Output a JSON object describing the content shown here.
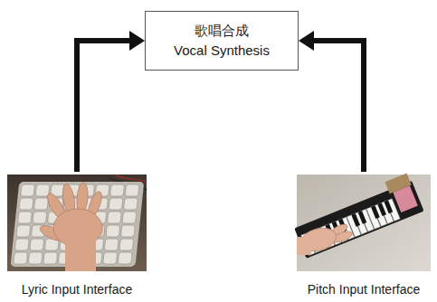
{
  "diagram": {
    "nodes": [
      {
        "text": [
          "歌唱合成",
          "Vocal Synthesis"
        ]
      },
      {
        "text": [
          "Lyric Input Interface"
        ]
      },
      {
        "text": [
          "Pitch Input Interface"
        ]
      }
    ],
    "edges": [
      {
        "from": 1,
        "to": 0,
        "arrow": "to"
      },
      {
        "from": 2,
        "to": 0,
        "arrow": "to"
      }
    ]
  }
}
